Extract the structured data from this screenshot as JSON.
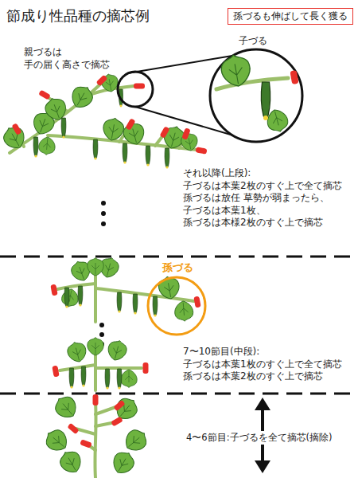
{
  "diagram": {
    "title": "節成り性品種の摘芯例",
    "nodes": [
      {
        "text": [
          "孫づるも伸ばして長く獲る"
        ]
      }
    ],
    "labels": [
      "親づるは 手の届く高さで摘芯",
      "子づる",
      "それ以降(上段): 子づるは本葉2枚のすぐ上で全て摘芯 孫づるは放任 草勢が弱まったら、子づるは本葉1枚、 孫づるは本様2枚のすぐ上で摘芯",
      "孫づる",
      "7〜10節目(中段): 子づるは本葉1枚のすぐ上で全て摘芯 孫づるは本葉2枚のすぐ上で摘芯",
      "4〜6節目:子づるを全て摘芯(摘除)"
    ]
  }
}
